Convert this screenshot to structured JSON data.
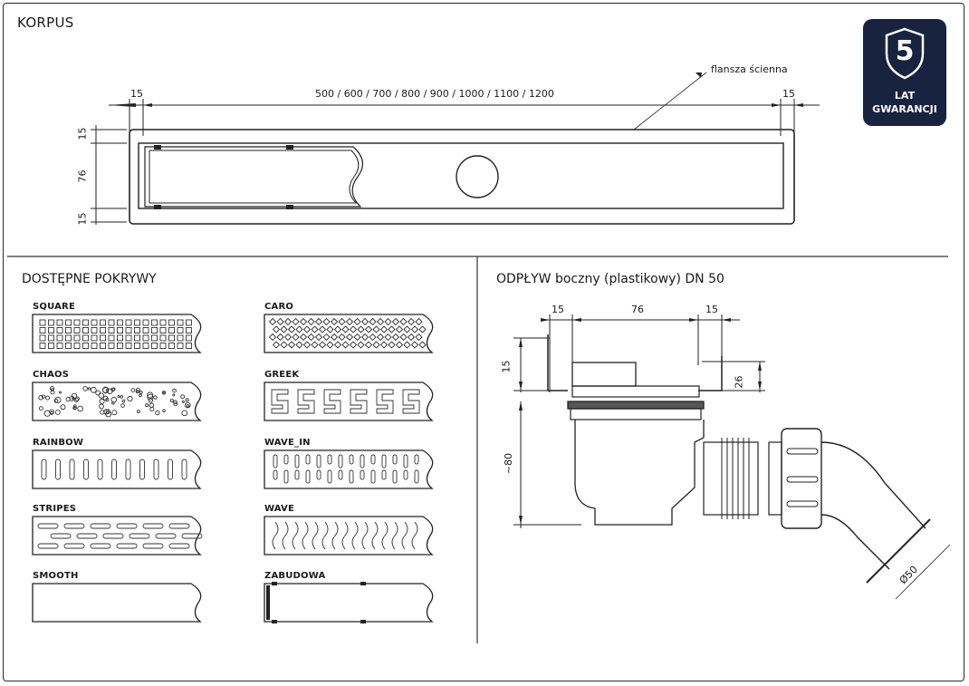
{
  "korpus": {
    "title": "KORPUS",
    "flange_label": "flansza ścienna",
    "dims": {
      "left": "15",
      "lengths": "500 / 600 / 700 / 800 / 900 / 1000 / 1100 / 1200",
      "right": "15",
      "top": "15",
      "height": "76",
      "bottom": "15"
    }
  },
  "badge": {
    "number": "5",
    "line1": "LAT",
    "line2": "GWARANCJI",
    "color": "#17233f"
  },
  "covers": {
    "title": "DOSTĘPNE POKRYWY",
    "items": [
      {
        "name": "SQUARE",
        "icon": "square-pattern"
      },
      {
        "name": "CARO",
        "icon": "diamond-pattern"
      },
      {
        "name": "CHAOS",
        "icon": "random-dots-pattern"
      },
      {
        "name": "GREEK",
        "icon": "greek-key-pattern"
      },
      {
        "name": "RAINBOW",
        "icon": "vertical-slots-pattern"
      },
      {
        "name": "WAVE_IN",
        "icon": "slots-wave-pattern"
      },
      {
        "name": "STRIPES",
        "icon": "horizontal-slots-pattern"
      },
      {
        "name": "WAVE",
        "icon": "wave-pattern"
      },
      {
        "name": "SMOOTH",
        "icon": "plain-cover"
      },
      {
        "name": "ZABUDOWA",
        "icon": "tile-in-cover"
      }
    ]
  },
  "outlet": {
    "title": "ODPŁYW boczny (plastikowy) DN 50",
    "dims": {
      "left": "15",
      "middle": "76",
      "right": "15",
      "flange": "15",
      "height": "26",
      "total": "~80",
      "diameter": "Ø50"
    }
  }
}
